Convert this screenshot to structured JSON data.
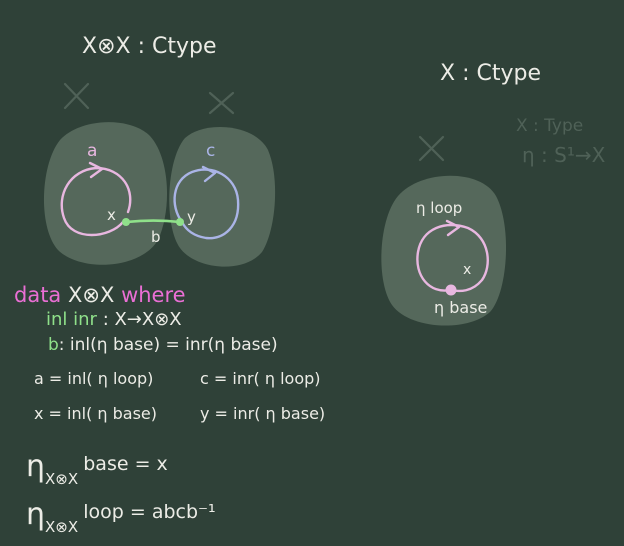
{
  "left_title": "X⊗X : Ctype",
  "right_title": "X : Ctype",
  "faded_note": {
    "line1": "X : Type",
    "line2": "η : S¹→X"
  },
  "faded_marks": {
    "x1": "X",
    "x2": "X",
    "x3": "X"
  },
  "left_diagram": {
    "label_a": "a",
    "label_c": "c",
    "label_x": "x",
    "label_y": "y",
    "label_b": "b"
  },
  "right_diagram": {
    "label_loop": "η loop",
    "label_x": "x",
    "label_base": "η base"
  },
  "code": {
    "kw_data": "data",
    "type_name": "X⊗X",
    "kw_where": "where",
    "ctor_names": "inl inr",
    "ctor_type": ": X→X⊗X",
    "path_b": "b",
    "path_b_type": ": inl(η base) = inr(η base)"
  },
  "defs": {
    "a": "a = inl( η  loop)",
    "c": "c = inr( η  loop)",
    "x": "x = inl( η  base)",
    "y": "y = inr( η  base)"
  },
  "eqs": {
    "eta1_sym": "η",
    "eta1_sub": "X⊗X",
    "eta1_rest": "base = x",
    "eta2_sym": "η",
    "eta2_sub": "X⊗X",
    "eta2_rest": "loop = abcb⁻¹"
  },
  "colors": {
    "board": "#2f4138",
    "blob": "#55685b",
    "chalk": "#ecece6",
    "pink": "#ea6fd5",
    "green": "#8fe08a",
    "blue": "#aab4e6",
    "light_pink": "#e8b7e0"
  }
}
